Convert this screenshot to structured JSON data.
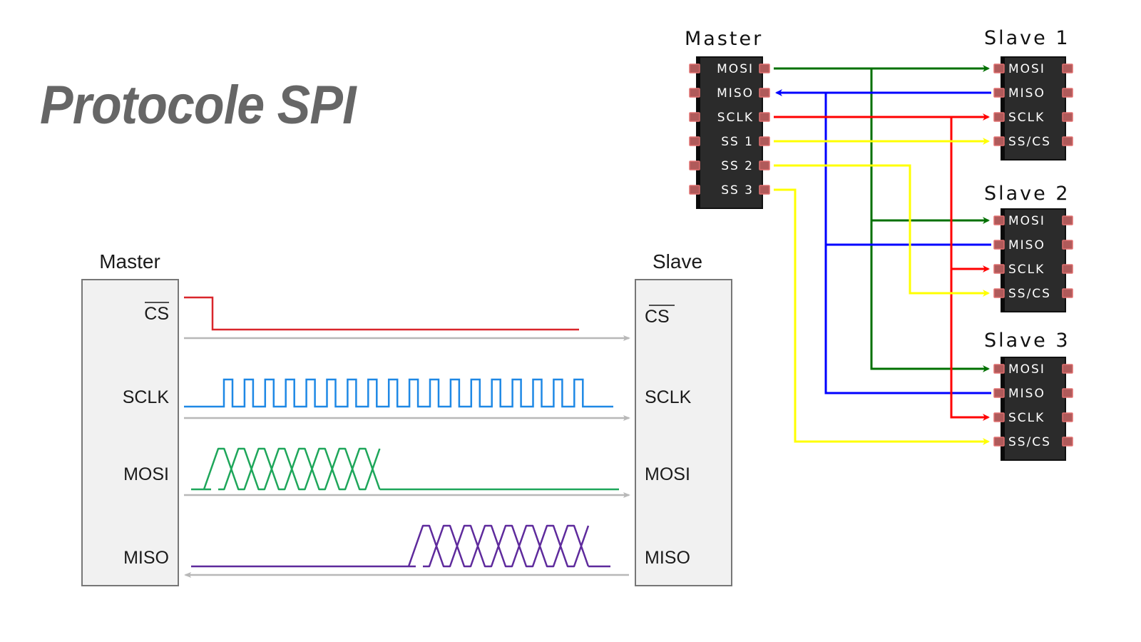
{
  "title": "Protocole SPI",
  "colors": {
    "mosi": "#007000",
    "miso": "#0000ff",
    "sclk": "#ff0000",
    "ss": "#ffff00",
    "chip_body": "#2b2b2b",
    "pin": "#b05a5a",
    "timing_cs": "#d9262b",
    "timing_sclk": "#1e88e5",
    "timing_mosi": "#1ea65a",
    "timing_miso": "#5e2a9c",
    "timing_arrow": "#b8b8b8",
    "box_fill": "#f1f1f1",
    "box_stroke": "#777777"
  },
  "wiring": {
    "master": {
      "title": "Master",
      "pins": [
        "MOSI",
        "MISO",
        "SCLK",
        "SS 1",
        "SS 2",
        "SS 3"
      ]
    },
    "slaves": [
      {
        "title": "Slave 1",
        "pins": [
          "MOSI",
          "MISO",
          "SCLK",
          "SS/CS"
        ],
        "select_line": "SS 1"
      },
      {
        "title": "Slave 2",
        "pins": [
          "MOSI",
          "MISO",
          "SCLK",
          "SS/CS"
        ],
        "select_line": "SS 2"
      },
      {
        "title": "Slave 3",
        "pins": [
          "MOSI",
          "MISO",
          "SCLK",
          "SS/CS"
        ],
        "select_line": "SS 3"
      }
    ]
  },
  "timing": {
    "master_title": "Master",
    "slave_title": "Slave",
    "signals": [
      {
        "name": "CS",
        "overline": true,
        "direction": "master-to-slave",
        "type": "step-low"
      },
      {
        "name": "SCLK",
        "overline": false,
        "direction": "master-to-slave",
        "type": "clock",
        "pulses": 18
      },
      {
        "name": "MOSI",
        "overline": false,
        "direction": "master-to-slave",
        "type": "data",
        "bits": 8
      },
      {
        "name": "MISO",
        "overline": false,
        "direction": "slave-to-master",
        "type": "data",
        "bits": 8
      }
    ]
  }
}
